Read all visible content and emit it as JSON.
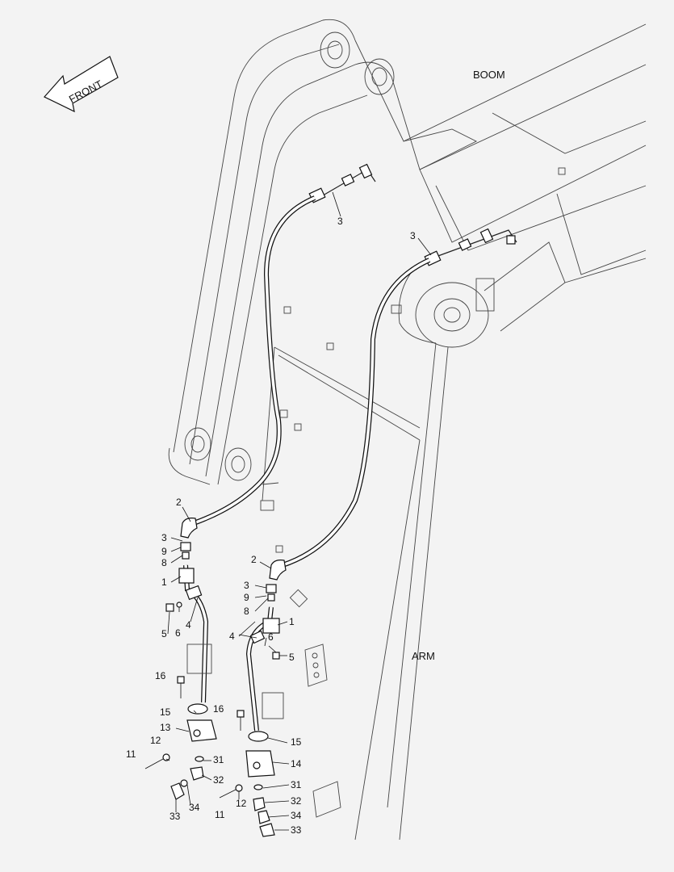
{
  "labels": {
    "front": "FRONT",
    "boom": "BOOM",
    "arm": "ARM"
  },
  "callouts": [
    {
      "id": "c3a",
      "text": "3"
    },
    {
      "id": "c3b",
      "text": "3"
    },
    {
      "id": "c2a",
      "text": "2"
    },
    {
      "id": "c3c",
      "text": "3"
    },
    {
      "id": "c9a",
      "text": "9"
    },
    {
      "id": "c8a",
      "text": "8"
    },
    {
      "id": "c1a",
      "text": "1"
    },
    {
      "id": "c6a",
      "text": "6"
    },
    {
      "id": "c4a",
      "text": "4"
    },
    {
      "id": "c5a",
      "text": "5"
    },
    {
      "id": "c16a",
      "text": "16"
    },
    {
      "id": "c15a",
      "text": "15"
    },
    {
      "id": "c13",
      "text": "13"
    },
    {
      "id": "c12a",
      "text": "12"
    },
    {
      "id": "c11a",
      "text": "11"
    },
    {
      "id": "c31a",
      "text": "31"
    },
    {
      "id": "c32a",
      "text": "32"
    },
    {
      "id": "c34a",
      "text": "34"
    },
    {
      "id": "c33a",
      "text": "33"
    },
    {
      "id": "c2b",
      "text": "2"
    },
    {
      "id": "c3d",
      "text": "3"
    },
    {
      "id": "c9b",
      "text": "9"
    },
    {
      "id": "c8b",
      "text": "8"
    },
    {
      "id": "c1b",
      "text": "1"
    },
    {
      "id": "c4b",
      "text": "4"
    },
    {
      "id": "c6b",
      "text": "6"
    },
    {
      "id": "c5b",
      "text": "5"
    },
    {
      "id": "c16b",
      "text": "16"
    },
    {
      "id": "c15b",
      "text": "15"
    },
    {
      "id": "c14",
      "text": "14"
    },
    {
      "id": "c31b",
      "text": "31"
    },
    {
      "id": "c12b",
      "text": "12"
    },
    {
      "id": "c32b",
      "text": "32"
    },
    {
      "id": "c11b",
      "text": "11"
    },
    {
      "id": "c34b",
      "text": "34"
    },
    {
      "id": "c33b",
      "text": "33"
    }
  ]
}
